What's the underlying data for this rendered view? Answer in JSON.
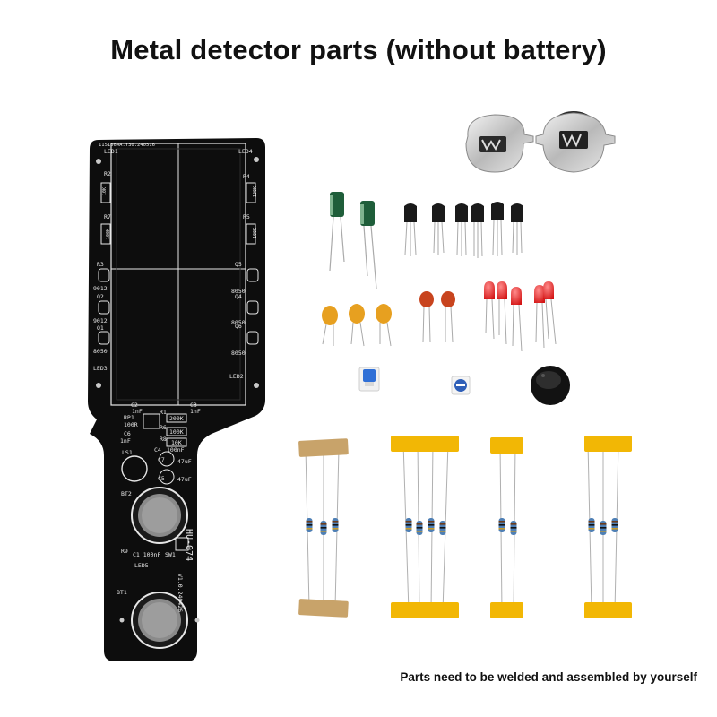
{
  "title": "Metal detector parts (without battery)",
  "footnote": "Parts need to be welded and assembled by yourself",
  "pcb": {
    "serial": "1151564A.Y30.240516",
    "model": "HU-074",
    "version": "V1.0.240426",
    "labels_left": [
      "LED1",
      "R2",
      "10K",
      "R7",
      "100K",
      "R3",
      "9012",
      "Q2",
      "9012",
      "Q1",
      "8050",
      "LED3"
    ],
    "labels_right": [
      "LED4",
      "R4",
      "100K",
      "R5",
      "100K",
      "Q5",
      "8050",
      "Q4",
      "8050",
      "Q6",
      "8050",
      "LED2"
    ],
    "labels_lower": [
      "C2",
      "1nF",
      "C3",
      "1nF",
      "RP1",
      "100R",
      "R1",
      "200K",
      "R6",
      "100K",
      "R8",
      "10K",
      "C6",
      "1nF",
      "C4",
      "100nF",
      "LS1",
      "C7",
      "47uF",
      "C5",
      "47uF",
      "BT2",
      "R9",
      "C1 100nF",
      "SW1",
      "LED5",
      "BT1"
    ]
  },
  "colors": {
    "pcb": "#0d0d0d",
    "silkscreen": "#e6e6e6",
    "pad": "#c9c9c9",
    "tape": "#f2b705",
    "tape_brown": "#c8a36a",
    "capacitor_green": "#1f5e3a",
    "led_red": "#e01818",
    "ceramic_orange": "#e7a020",
    "ceramic_red": "#c8441e",
    "resistor_blue": "#4e7fb5",
    "transistor": "#1a1a1a"
  },
  "icons": {
    "board": "pcb-board-icon",
    "battery_holder": "coin-cell-holder-icon",
    "electrolytic": "electrolytic-capacitor-icon",
    "transistor": "transistor-to92-icon",
    "ceramic": "ceramic-capacitor-icon",
    "led": "led-icon",
    "switch": "tactile-switch-icon",
    "potentiometer": "trimmer-potentiometer-icon",
    "buzzer": "buzzer-icon",
    "resistor_strip": "resistor-tape-strip-icon"
  }
}
